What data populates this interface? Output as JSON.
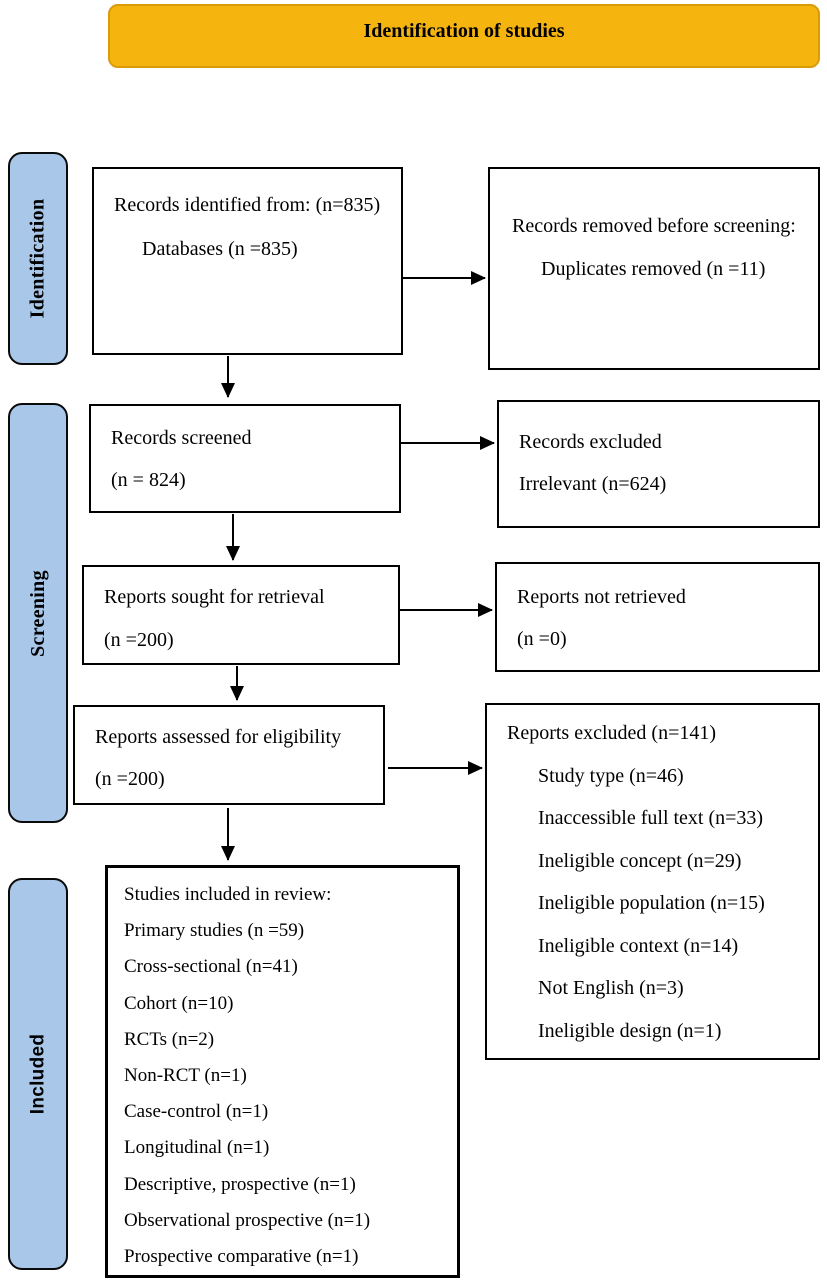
{
  "header": {
    "title": "Identification of studies"
  },
  "sidebar": {
    "stages": [
      {
        "id": "identification",
        "label": "Identification"
      },
      {
        "id": "screening",
        "label": "Screening"
      },
      {
        "id": "included",
        "label": "Included"
      }
    ]
  },
  "boxes": {
    "records_identified": {
      "lines": [
        "Records identified from: (n=835)",
        "Databases (n =835)"
      ]
    },
    "records_removed": {
      "lines": [
        "Records removed before screening:",
        "Duplicates removed (n =11)"
      ]
    },
    "records_screened": {
      "lines": [
        "Records screened",
        "(n = 824)"
      ]
    },
    "records_excluded": {
      "lines": [
        "Records excluded",
        "Irrelevant (n=624)"
      ]
    },
    "reports_sought": {
      "lines": [
        "Reports sought for retrieval",
        "(n =200)"
      ]
    },
    "reports_not_retrieved": {
      "lines": [
        "Reports not retrieved",
        "(n =0)"
      ]
    },
    "reports_assessed": {
      "lines": [
        "Reports assessed for eligibility",
        "(n =200)"
      ]
    },
    "reports_excluded": {
      "lines": [
        "Reports excluded (n=141)",
        "Study type (n=46)",
        "Inaccessible full text (n=33)",
        "Ineligible concept (n=29)",
        "Ineligible population (n=15)",
        "Ineligible context (n=14)",
        "Not English (n=3)",
        "Ineligible design (n=1)"
      ]
    },
    "studies_included": {
      "lines": [
        "Studies included in review:",
        "Primary studies (n =59)",
        "Cross-sectional (n=41)",
        "Cohort (n=10)",
        "RCTs (n=2)",
        "Non-RCT (n=1)",
        "Case-control (n=1)",
        "Longitudinal (n=1)",
        "Descriptive, prospective (n=1)",
        "Observational prospective (n=1)",
        "Prospective comparative (n=1)"
      ]
    }
  },
  "colors": {
    "banner_fill": "#F6B40F",
    "banner_border": "#D99C06",
    "stage_fill": "#A9C7E9",
    "box_border": "#000000",
    "arrow": "#000000"
  }
}
